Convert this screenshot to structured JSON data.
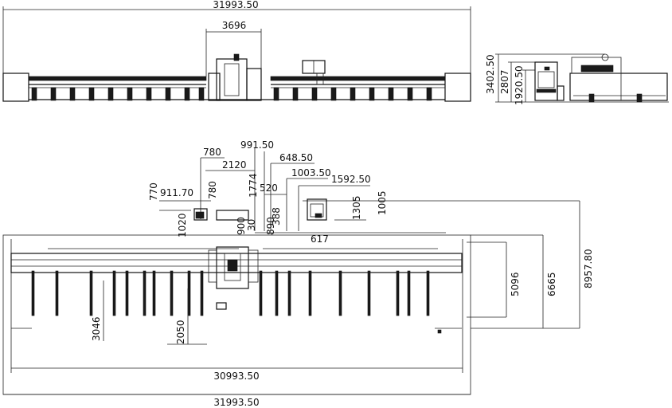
{
  "dimensions": {
    "top_length": "31993.50",
    "top_center": "3696",
    "side_h_total": "3402.50",
    "side_h_mid": "2807",
    "side_h_low": "1920.50",
    "d_780_a": "780",
    "d_991": "991.50",
    "d_2120": "2120",
    "d_648": "648.50",
    "d_770": "770",
    "d_911": "911.70",
    "d_780_b": "780",
    "d_1774": "1774",
    "d_1003": "1003.50",
    "d_520": "520",
    "d_1592": "1592.50",
    "d_1005": "1005",
    "d_1305": "1305",
    "d_388": "388",
    "d_1020": "1020",
    "d_900": "900",
    "d_30": "30",
    "d_890": "890",
    "d_617": "617",
    "d_5096": "5096",
    "d_6665": "6665",
    "d_8957": "8957.80",
    "d_3046": "3046",
    "d_2050": "2050",
    "bottom_inner": "30993.50",
    "bottom_outer": "31993.50"
  }
}
